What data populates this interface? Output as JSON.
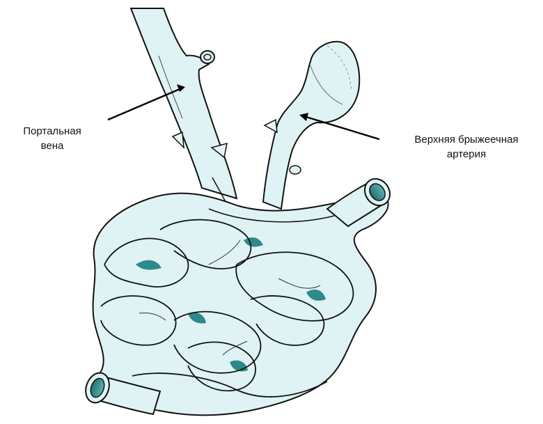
{
  "labels": {
    "portal_vein": {
      "line1": "Портальная",
      "line2": "вена"
    },
    "superior_mesenteric_artery": {
      "line1": "Верхняя брыжеечная",
      "line2": "артерия"
    }
  },
  "colors": {
    "tissue_fill": "#dff2f4",
    "shadow_teal": "#2e8a8a",
    "outline": "#111111",
    "arrow": "#000000"
  }
}
